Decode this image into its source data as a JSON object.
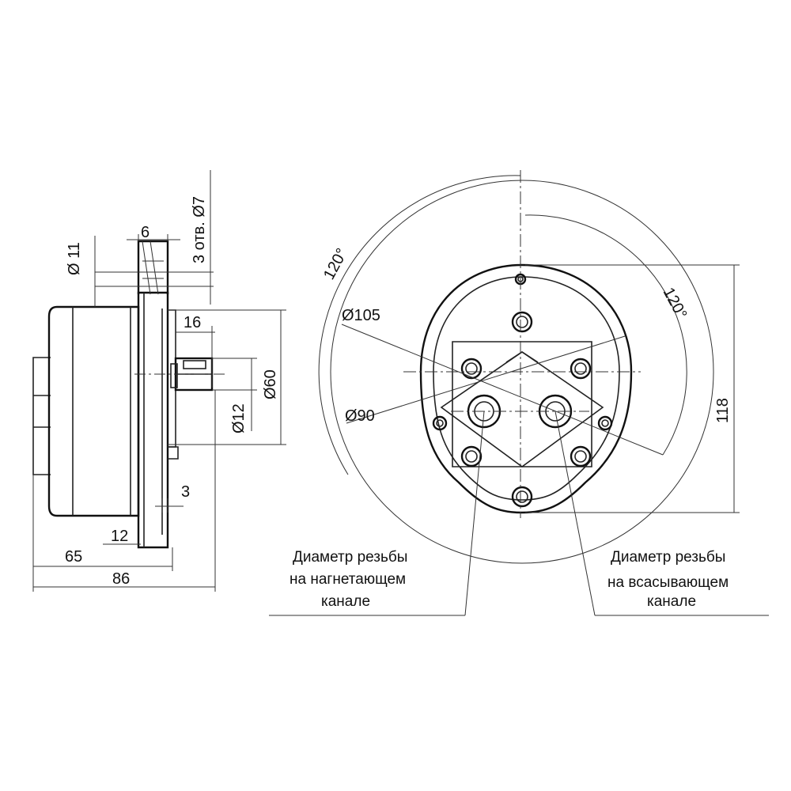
{
  "side_view": {
    "dimensions": {
      "width_6": "6",
      "holes_note": "3 отв. Ø7",
      "dia_11": "Ø 11",
      "shaft_16": "16",
      "dia_60": "Ø60",
      "dia_12": "Ø12",
      "gap_3": "3",
      "len_12": "12",
      "len_65": "65",
      "len_86": "86"
    }
  },
  "front_view": {
    "dimensions": {
      "angle_left": "120°",
      "angle_right": "120°",
      "dia_105": "Ø105",
      "dia_90": "Ø90",
      "height_118": "118"
    },
    "labels": {
      "discharge": [
        "Диаметр резьбы",
        "на нагнетающем",
        "канале"
      ],
      "suction": [
        "Диаметр резьбы",
        "на всасывающем",
        "канале"
      ]
    }
  }
}
